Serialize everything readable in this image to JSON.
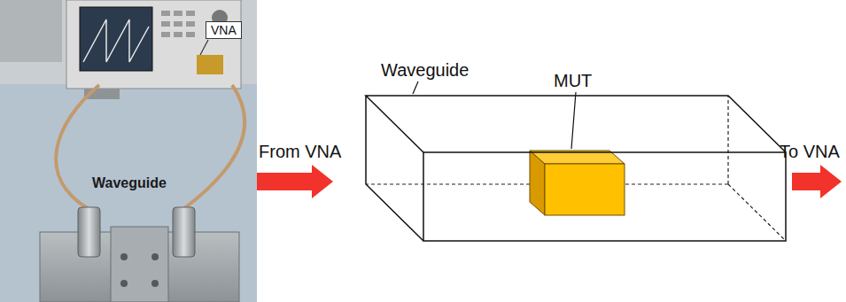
{
  "diagram": {
    "labels": [
      "VNA",
      "Waveguide",
      "Waveguide",
      "MUT",
      "From VNA",
      "To VNA"
    ]
  }
}
